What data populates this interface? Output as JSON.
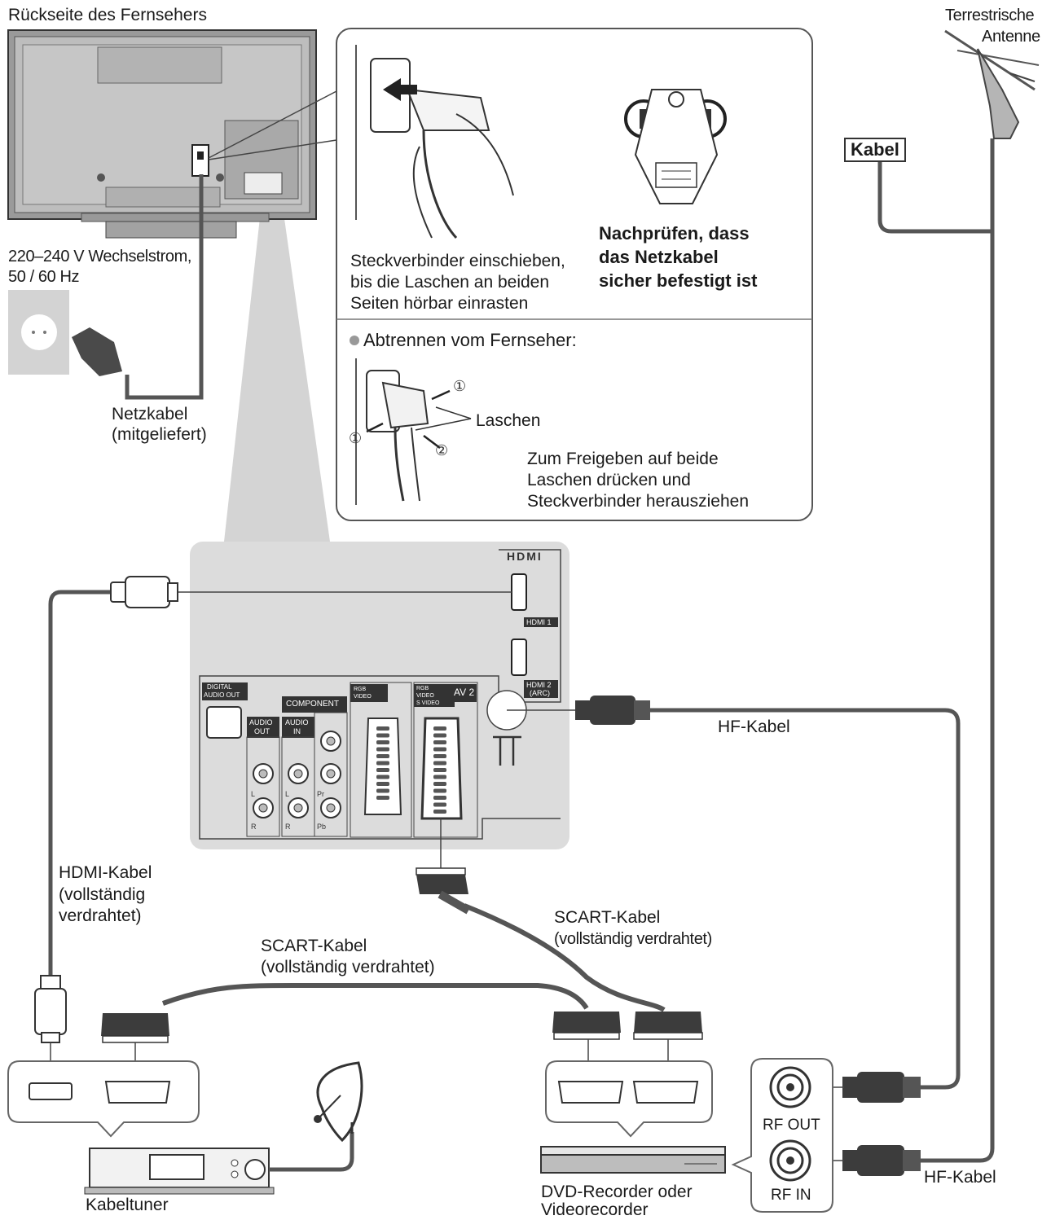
{
  "labels": {
    "tv_back_title": "Rückseite des Fernsehers",
    "power_spec_line1": "220–240 V Wechselstrom,",
    "power_spec_line2": "50 / 60 Hz",
    "power_cable_line1": "Netzkabel",
    "power_cable_line2": "(mitgeliefert)",
    "insert_line1": "Steckverbinder einschieben,",
    "insert_line2": "bis die Laschen an beiden",
    "insert_line3": "Seiten hörbar einrasten",
    "check_line1": "Nachprüfen, dass",
    "check_line2": "das Netzkabel",
    "check_line3": "sicher befestigt ist",
    "disconnect_title": "Abtrennen vom Fernseher:",
    "tabs_label": "Laschen",
    "release_line1": "Zum Freigeben auf beide",
    "release_line2": "Laschen drücken und",
    "release_line3": "Steckverbinder herausziehen",
    "step1": "①",
    "step2": "②",
    "antenna_line1": "Terrestrische",
    "antenna_line2": "Antenne",
    "cable_box": "Kabel",
    "rf_cable_top": "HF-Kabel",
    "rf_cable_bottom": "HF-Kabel",
    "hdmi_cable_line1": "HDMI-Kabel",
    "hdmi_cable_line2": "(vollständig",
    "hdmi_cable_line3": "verdrahtet)",
    "scart_left_line1": "SCART-Kabel",
    "scart_left_line2": "(vollständig verdrahtet)",
    "scart_right_line1": "SCART-Kabel",
    "scart_right_line2": "(vollständig verdrahtet)",
    "cable_tuner": "Kabeltuner",
    "recorder_line1": "DVD-Recorder oder",
    "recorder_line2": "Videorecorder",
    "rf_out": "RF OUT",
    "rf_in": "RF IN"
  },
  "panel": {
    "hdmi_logo": "HDMI",
    "hdmi1": "HDMI 1",
    "hdmi2_line1": "HDMI 2",
    "hdmi2_line2": "(ARC)",
    "digital_audio_line1": "DIGITAL",
    "digital_audio_line2": "AUDIO OUT",
    "component": "COMPONENT",
    "audio_out_line1": "AUDIO",
    "audio_out_line2": "OUT",
    "audio_in_line1": "AUDIO",
    "audio_in_line2": "IN",
    "av1_rgb": "RGB",
    "av1_video": "VIDEO",
    "av2_rgb": "RGB",
    "av2_video": "VIDEO",
    "av2_svideo": "S VIDEO",
    "av2": "AV 2",
    "port_l": "L",
    "port_r": "R",
    "port_pr": "Pr",
    "port_pb": "Pb"
  },
  "colors": {
    "cable": "#555555",
    "line": "#333333",
    "panel_bg": "#dcdcdc",
    "shade": "#cfcfcf",
    "tv_body": "#b9b9b9",
    "plug_dark": "#3c3c3c"
  }
}
